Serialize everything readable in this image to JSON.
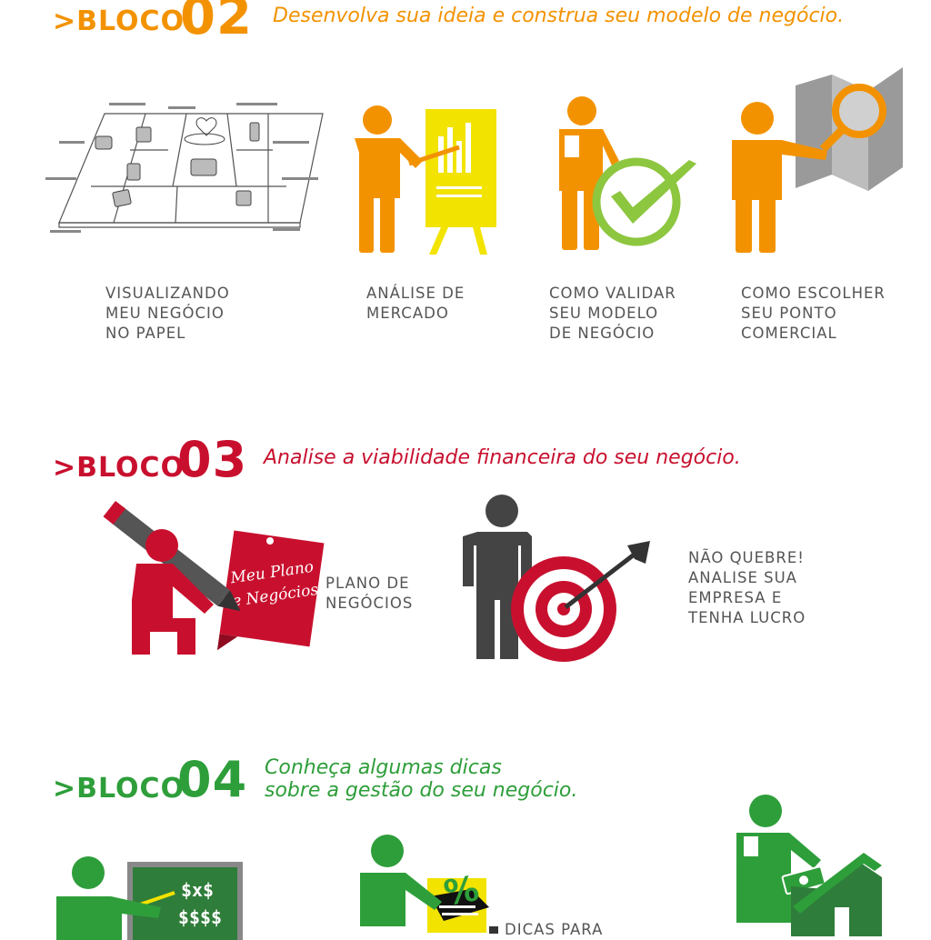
{
  "colors": {
    "orange": "#F39200",
    "red": "#C8102E",
    "green": "#2E9E3A",
    "yellow": "#F2E300",
    "lime": "#8DC63F",
    "dark_gray": "#444444",
    "board_green": "#2F7D3A"
  },
  "bloco2": {
    "prefix": ">BLOCO",
    "number": "02",
    "tagline": "Desenvolva sua ideia e construa seu modelo de negócio.",
    "items": [
      {
        "icon": "business-model-canvas",
        "lines": [
          "VISUALIZANDO",
          "MEU NEGÓCIO",
          "NO PAPEL"
        ]
      },
      {
        "icon": "person-presenting-chart",
        "lines": [
          "ANÁLISE DE",
          "MERCADO"
        ]
      },
      {
        "icon": "person-checkmark",
        "lines": [
          "COMO VALIDAR",
          "SEU MODELO",
          "DE NEGÓCIO"
        ]
      },
      {
        "icon": "person-magnifier-map",
        "lines": [
          "COMO ESCOLHER",
          "SEU PONTO",
          "COMERCIAL"
        ]
      }
    ]
  },
  "bloco3": {
    "prefix": ">BLOCO",
    "number": "03",
    "tagline": "Analise a viabilidade financeira do seu negócio.",
    "note_text": [
      "Meu Plano",
      "de Negócios"
    ],
    "items": [
      {
        "icon": "person-pencil-note",
        "lines": [
          "PLANO DE",
          "NEGÓCIOS"
        ]
      },
      {
        "icon": "person-target-arrow",
        "lines": [
          "NÃO QUEBRE!",
          "ANALISE SUA",
          "EMPRESA E",
          "TENHA LUCRO"
        ]
      }
    ]
  },
  "bloco4": {
    "prefix": ">BLOCO",
    "number": "04",
    "tagline_lines": [
      "Conheça algumas dicas",
      "sobre a gestão do seu negócio."
    ],
    "board_lines": [
      "$x$",
      "$$$$"
    ],
    "percent_symbol": "%",
    "partial_caption": "DICAS PARA",
    "items": [
      {
        "icon": "person-chalkboard"
      },
      {
        "icon": "person-cash-register"
      },
      {
        "icon": "person-house-money"
      }
    ]
  }
}
